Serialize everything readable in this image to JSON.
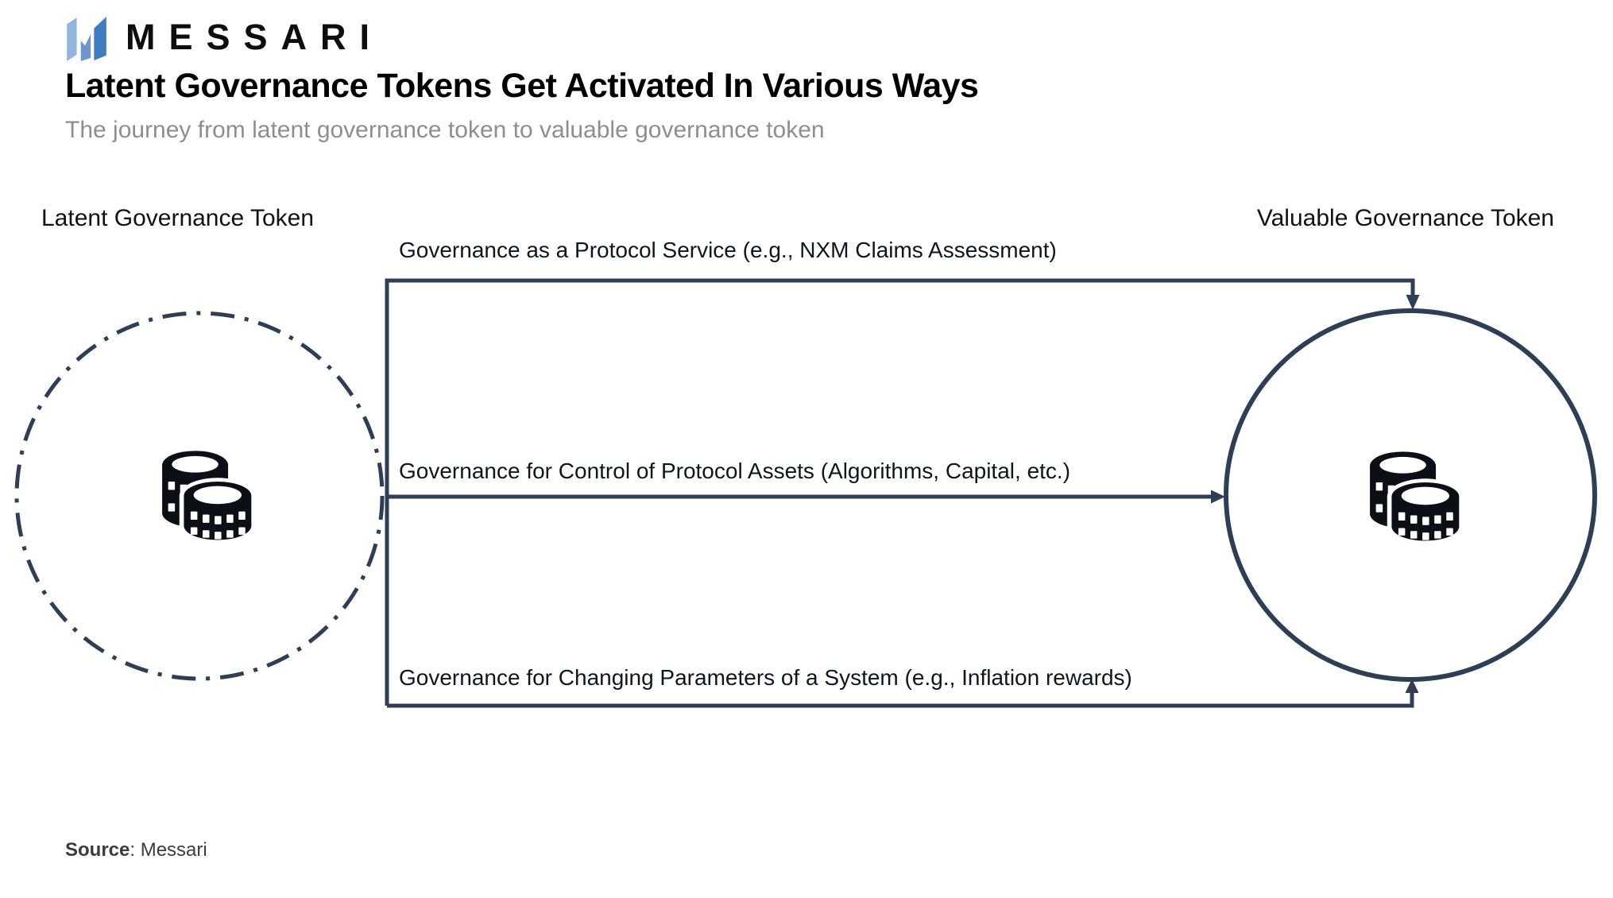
{
  "header": {
    "brand": "MESSARI",
    "title": "Latent Governance Tokens Get Activated In Various Ways",
    "subtitle": "The journey from latent governance token to valuable governance token"
  },
  "diagram": {
    "left_node": {
      "label": "Latent Governance Token",
      "style": "dashed-circle",
      "icon": "coins-icon"
    },
    "right_node": {
      "label": "Valuable Governance Token",
      "style": "solid-circle",
      "icon": "coins-icon"
    },
    "paths": [
      {
        "label": "Governance as a Protocol Service (e.g., NXM Claims Assessment)"
      },
      {
        "label": "Governance for Control of Protocol Assets (Algorithms, Capital, etc.)"
      },
      {
        "label": "Governance for Changing Parameters of a System (e.g., Inflation rewards)"
      }
    ],
    "colors": {
      "line": "#2e3e54",
      "coin": "#0c1016",
      "logo_light": "#92b5dd",
      "logo_mid": "#6d97cb",
      "logo_dark": "#3f7cc1"
    }
  },
  "footer": {
    "source_label": "Source",
    "source_value": ": Messari"
  }
}
